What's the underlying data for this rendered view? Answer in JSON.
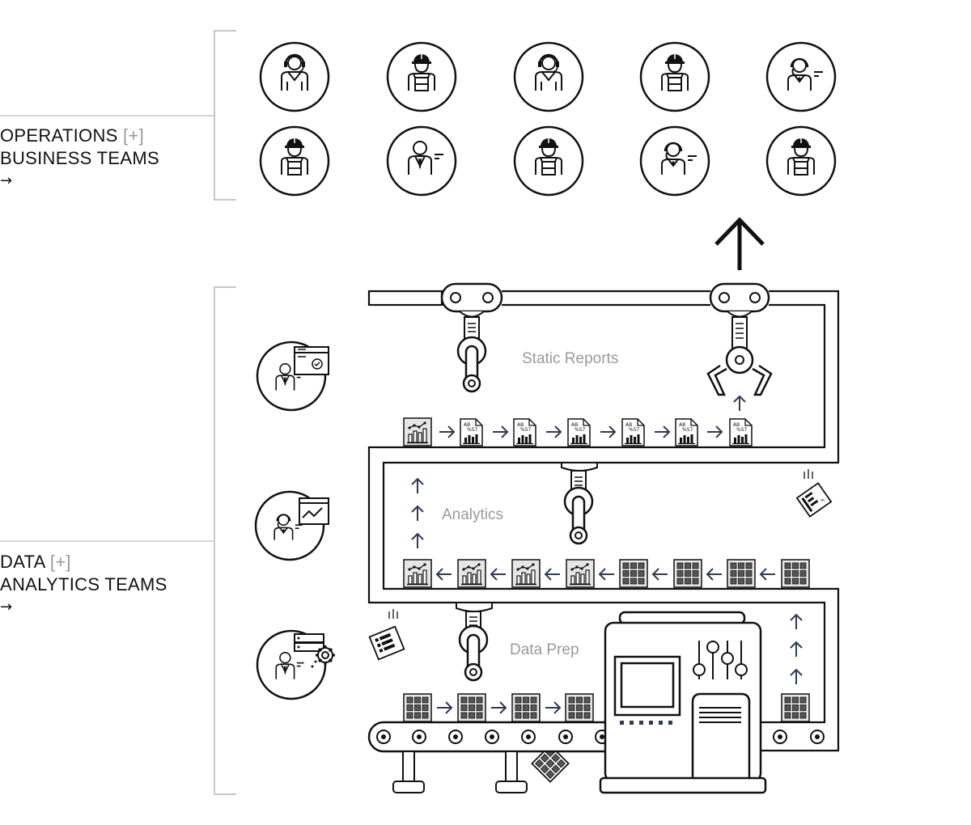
{
  "groups": {
    "operations": {
      "line1": "OPERATIONS",
      "line2": "BUSINESS TEAMS",
      "bracket": "[+]",
      "arrow": "→"
    },
    "data": {
      "line1": "DATA",
      "line2": "ANALYTICS TEAMS",
      "bracket": "[+]",
      "arrow": "→"
    }
  },
  "stages": {
    "static_reports": "Static Reports",
    "analytics": "Analytics",
    "data_prep": "Data Prep"
  },
  "operations_people": [
    "headset-agent",
    "hardhat-worker",
    "headset-agent",
    "hardhat-worker",
    "headset-woman",
    "hardhat-worker",
    "businessman",
    "hardhat-worker",
    "headset-woman",
    "hardhat-worker"
  ],
  "data_people": [
    "analyst-checklist",
    "analyst-chart",
    "engineer-gears"
  ],
  "report_doc_text": {
    "line1": "AB",
    "line2": "%57"
  },
  "colors": {
    "stroke": "#111111",
    "accent_arrow": "#2f3a55",
    "label_gray": "#9a9a9a",
    "bracket_gray": "#c8c8c8"
  }
}
